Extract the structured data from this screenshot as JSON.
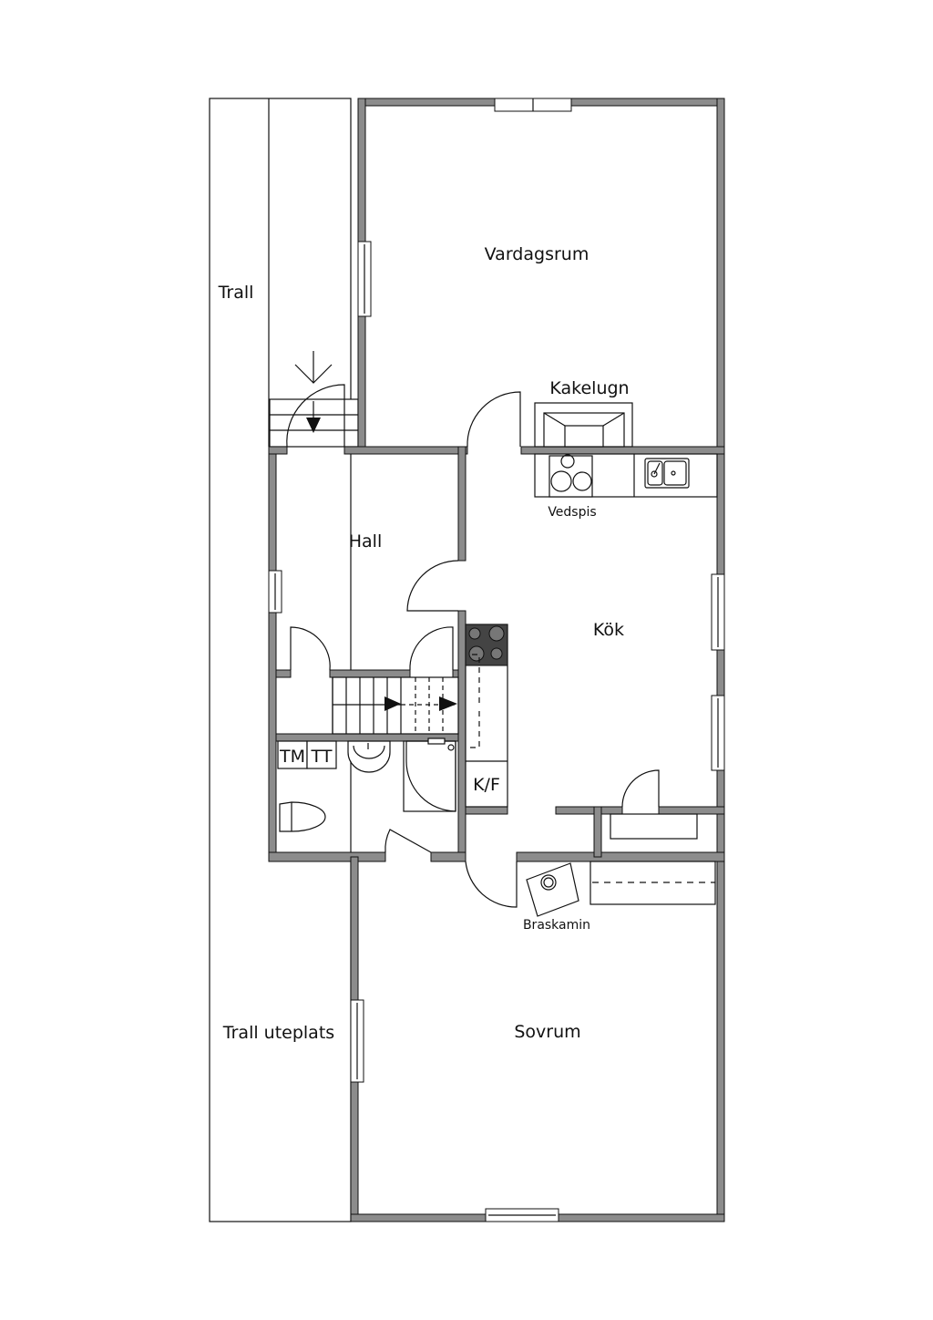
{
  "rooms": {
    "trall": "Trall",
    "vardagsrum": "Vardagsrum",
    "kakelugn": "Kakelugn",
    "vedspis": "Vedspis",
    "hall": "Hall",
    "kok": "Kök",
    "tm": "TM",
    "tt": "TT",
    "kf": "K/F",
    "braskamin": "Braskamin",
    "trall_uteplats": "Trall uteplats",
    "sovrum": "Sovrum"
  },
  "colors": {
    "wall": "#8c8c8c",
    "line": "#111111"
  }
}
